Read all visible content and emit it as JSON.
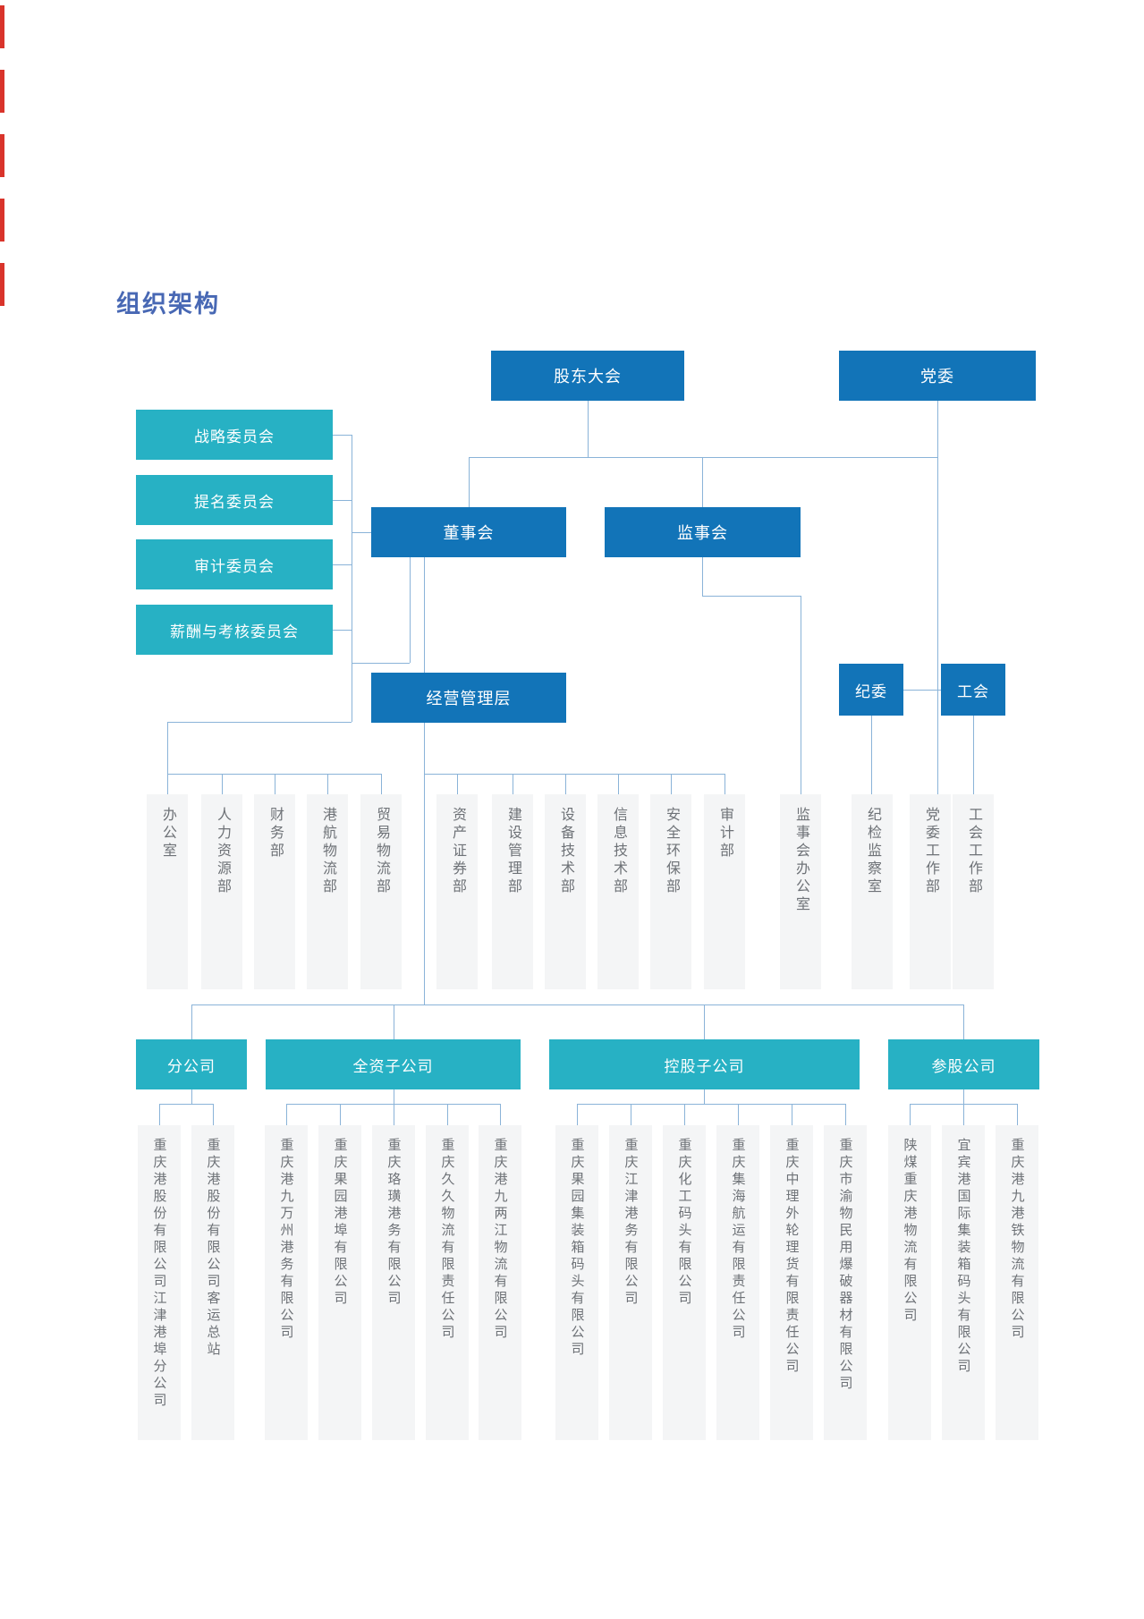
{
  "title": "组织架构",
  "colors": {
    "primary_blue": "#1274b8",
    "teal": "#27b1c4",
    "connector_line": "#8ab3d8",
    "title_text": "#4868b4",
    "strip_bg": "#f4f5f6",
    "strip_text": "#6e7277"
  },
  "nodes": {
    "shareholders": "股东大会",
    "party": "党委",
    "board": "董事会",
    "supervisory": "监事会",
    "management": "经营管理层",
    "discipline": "纪委",
    "union": "工会"
  },
  "committees": [
    "战略委员会",
    "提名委员会",
    "审计委员会",
    "薪酬与考核委员会"
  ],
  "departments": [
    "办公室",
    "人力资源部",
    "财务部",
    "港航物流部",
    "贸易物流部",
    "资产证券部",
    "建设管理部",
    "设备技术部",
    "信息技术部",
    "安全环保部",
    "审计部",
    "监事会办公室",
    "纪检监察室",
    "党委工作部",
    "工会工作部"
  ],
  "categories": [
    {
      "label": "分公司",
      "companies": [
        "重庆港股份有限公司江津港埠分公司",
        "重庆港股份有限公司客运总站"
      ]
    },
    {
      "label": "全资子公司",
      "companies": [
        "重庆港九万州港务有限公司",
        "重庆果园港埠有限公司",
        "重庆珞璜港务有限公司",
        "重庆久久物流有限责任公司",
        "重庆港九两江物流有限公司"
      ]
    },
    {
      "label": "控股子公司",
      "companies": [
        "重庆果园集装箱码头有限公司",
        "重庆江津港务有限公司",
        "重庆化工码头有限公司",
        "重庆集海航运有限责任公司",
        "重庆中理外轮理货有限责任公司",
        "重庆市渝物民用爆破器材有限公司"
      ]
    },
    {
      "label": "参股公司",
      "companies": [
        "陕煤重庆港物流有限公司",
        "宜宾港国际集装箱码头有限公司",
        "重庆港九港铁物流有限公司"
      ]
    }
  ]
}
